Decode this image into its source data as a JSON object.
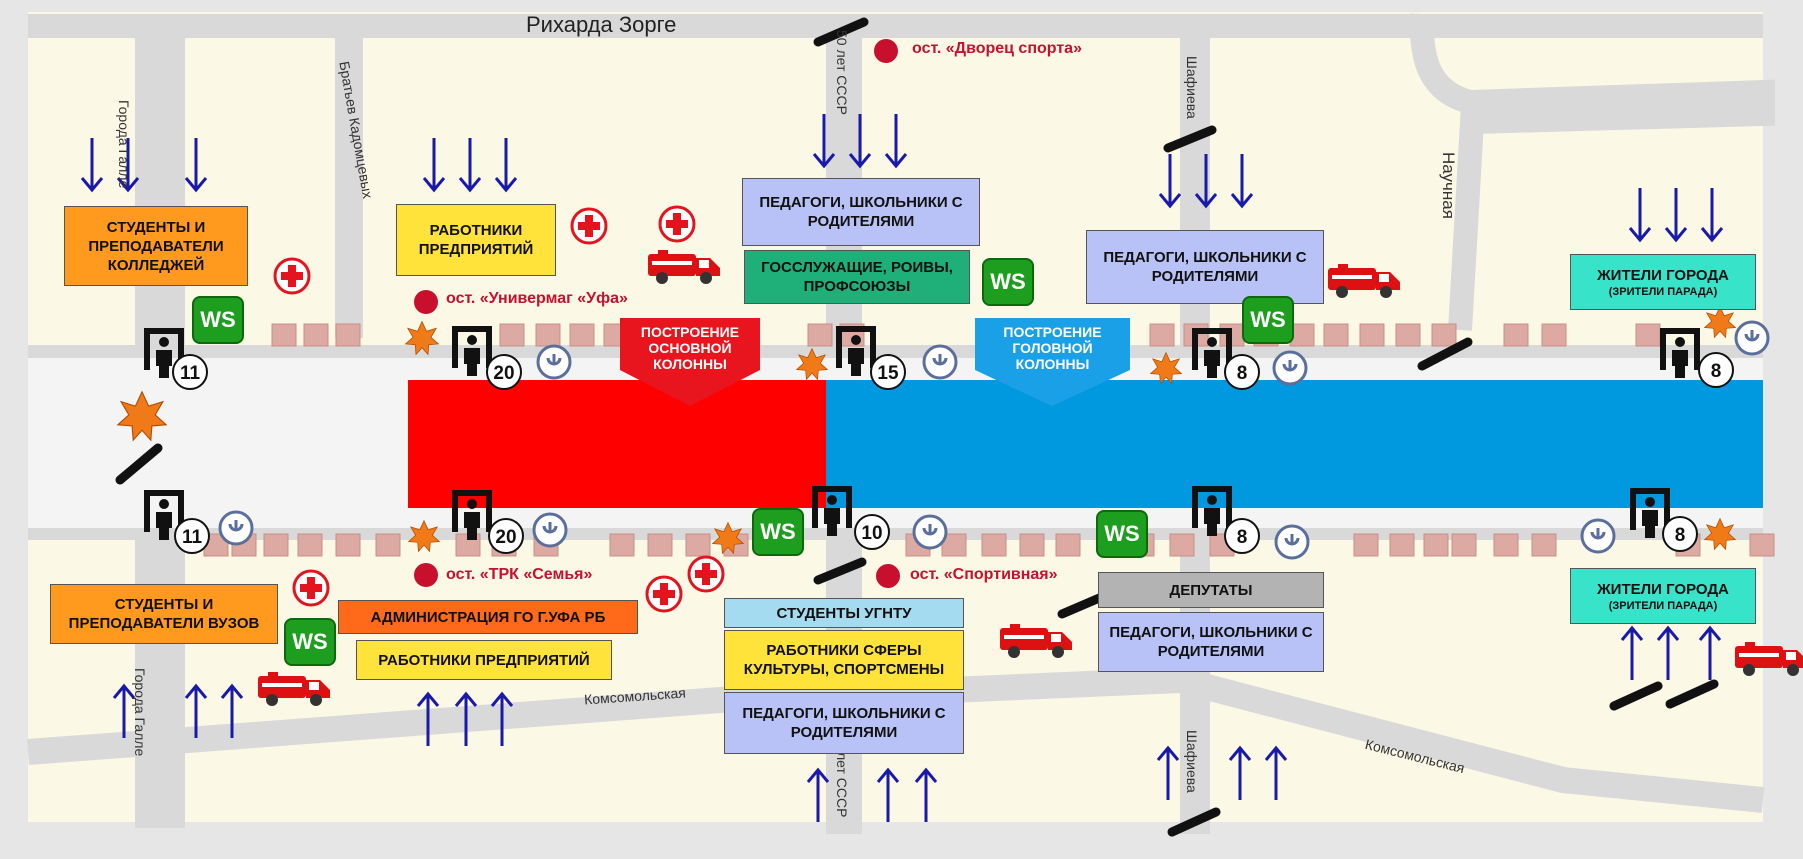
{
  "streets": {
    "rikharda_zorge": "Рихарда Зорге",
    "goroda_galle": "Города Галле",
    "bratev_kadomtsevykh": "Братьев Кадомцевых",
    "let_50_sssr": "50 лет СССР",
    "let_sssr_short": "лет СССР",
    "shafieva": "Шафиева",
    "nauchnaya": "Научная",
    "komsomolskaya": "Комсомольская"
  },
  "stops": {
    "dvorets_sporta": "ост. «Дворец спорта»",
    "univermag_ufa": "ост. «Универмаг «Уфа»",
    "trk_semya": "ост. «ТРК «Семья»",
    "sportivnaya": "ост. «Спортивная»"
  },
  "groups": {
    "students_colleges": "СТУДЕНТЫ И ПРЕПОДАВАТЕЛИ КОЛЛЕДЖЕЙ",
    "workers_top": "РАБОТНИКИ ПРЕДПРИЯТИЙ",
    "teachers_top_center": "ПЕДАГОГИ, ШКОЛЬНИКИ С РОДИТЕЛЯМИ",
    "civil_servants": "ГОССЛУЖАЩИЕ, РОИВЫ, ПРОФСОЮЗЫ",
    "teachers_top_right": "ПЕДАГОГИ, ШКОЛЬНИКИ С РОДИТЕЛЯМИ",
    "residents_top": "ЖИТЕЛИ ГОРОДА",
    "residents_top_sub": "(ЗРИТЕЛИ ПАРАДА)",
    "students_universities": "СТУДЕНТЫ И ПРЕПОДАВАТЕЛИ ВУЗОВ",
    "administration": "АДМИНИСТРАЦИЯ ГО Г.УФА РБ",
    "workers_bottom": "РАБОТНИКИ ПРЕДПРИЯТИЙ",
    "students_ugntu": "СТУДЕНТЫ УГНТУ",
    "culture_workers": "РАБОТНИКИ СФЕРЫ КУЛЬТУРЫ, СПОРТСМЕНЫ",
    "teachers_bottom_center": "ПЕДАГОГИ, ШКОЛЬНИКИ С РОДИТЕЛЯМИ",
    "deputies": "ДЕПУТАТЫ",
    "teachers_bottom_right": "ПЕДАГОГИ, ШКОЛЬНИКИ С РОДИТЕЛЯМИ",
    "residents_bottom": "ЖИТЕЛИ ГОРОДА",
    "residents_bottom_sub": "(ЗРИТЕЛИ ПАРАДА)"
  },
  "formation": {
    "main_column": "ПОСТРОЕНИЕ ОСНОВНОЙ КОЛОННЫ",
    "head_column": "ПОСТРОЕНИЕ ГОЛОВНОЙ КОЛОННЫ"
  },
  "checkpoints": {
    "top": [
      "11",
      "20",
      "15",
      "8",
      "8"
    ],
    "bottom": [
      "11",
      "20",
      "10",
      "8",
      "8"
    ]
  },
  "toilet_label": "WS",
  "icons": [
    "metal-detector-icon",
    "toilet-icon",
    "first-aid-icon",
    "ambulance-icon",
    "bus-stop-icon",
    "security-post-icon",
    "barrier-icon",
    "entry-arrow-icon"
  ],
  "colors": {
    "main_column": "#ff0000",
    "head_column": "#0099e0",
    "arrow": "#1a1aa8",
    "first_aid": "#e3141e",
    "stop": "#c8102e",
    "toilet": "#1e9e1e"
  }
}
